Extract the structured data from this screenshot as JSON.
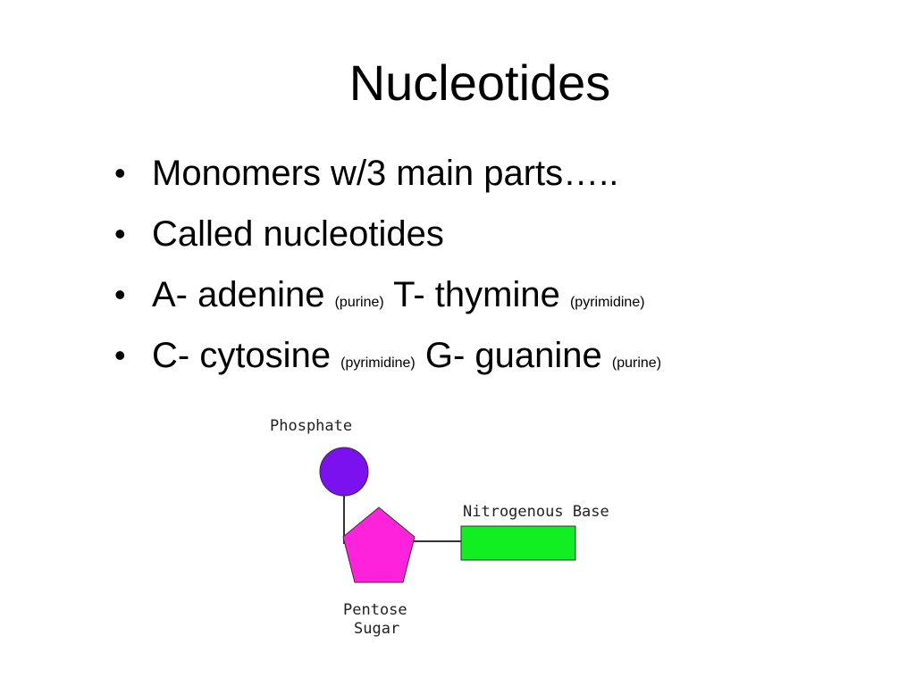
{
  "slide": {
    "title": "Nucleotides",
    "bullets": [
      {
        "main": "Monomers w/3 main parts….."
      },
      {
        "main": "Called nucleotides"
      },
      {
        "part1": "A- adenine ",
        "note1": "(purine)",
        "part2": " T- thymine ",
        "note2": "(pyrimidine)"
      },
      {
        "part1": "C- cytosine ",
        "note1": "(pyrimidine)",
        "part2": " G- guanine ",
        "note2": "(purine)"
      }
    ],
    "bullet_symbol": "•"
  },
  "diagram": {
    "phosphate_label": "Phosphate",
    "base_label": "Nitrogenous Base",
    "sugar_label_line1": "Pentose",
    "sugar_label_line2": "Sugar",
    "colors": {
      "phosphate": "#7a11ee",
      "sugar": "#ff22dd",
      "base": "#11ee22",
      "outline": "#333333"
    }
  }
}
